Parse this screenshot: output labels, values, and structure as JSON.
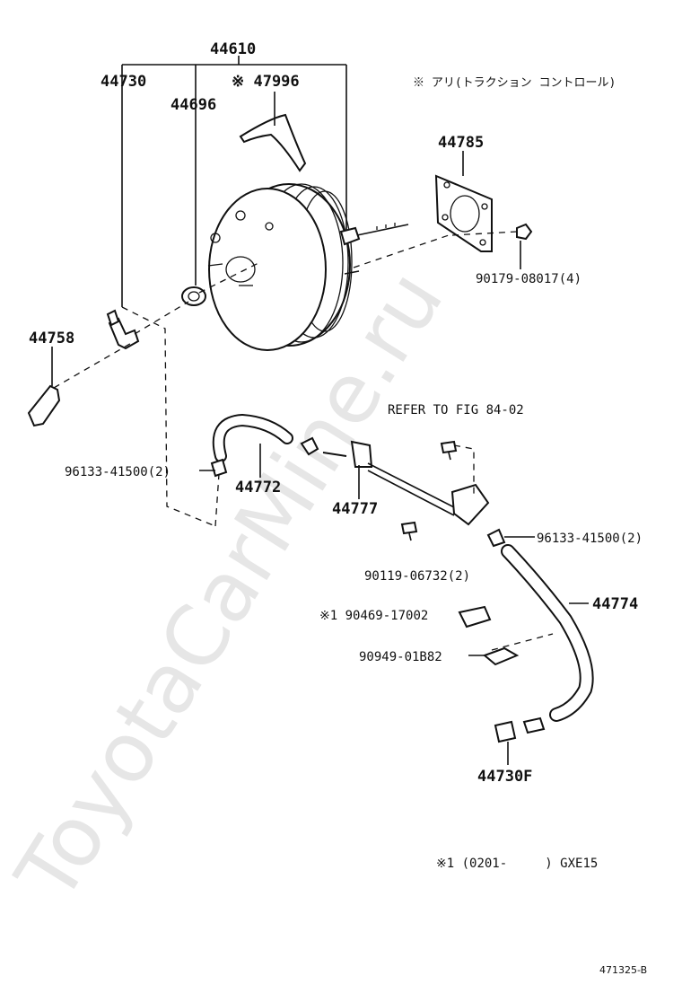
{
  "watermark": "ToyotaCarMine.ru",
  "labels": {
    "p44610": "44610",
    "p44730": "44730",
    "p47996": "※ 47996",
    "p44696": "44696",
    "p44785": "44785",
    "p90179": "90179-08017(4)",
    "p44758": "44758",
    "p96133a": "96133-41500(2)",
    "p44772": "44772",
    "p44777": "44777",
    "p96133b": "96133-41500(2)",
    "p90119": "90119-06732(2)",
    "p44774": "44774",
    "p90469": "※1 90469-17002",
    "p90949": "90949-01B82",
    "p44730F": "44730F"
  },
  "notes": {
    "traction": "※ アリ(トラクション コントロール)",
    "refer": "REFER TO FIG 84-02",
    "range": "※1 (0201-     ) GXE15",
    "figure_id": "471325-B"
  }
}
